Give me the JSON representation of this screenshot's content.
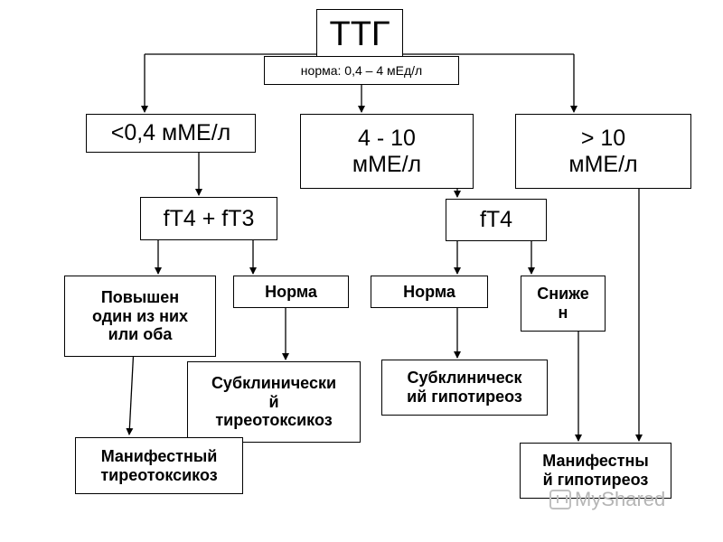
{
  "diagram": {
    "root": {
      "title": "ТТГ",
      "norm": "норма: 0,4 – 4 мЕд/л"
    },
    "ranges": {
      "low": "<0,4 мМЕ/л",
      "mid": "4 - 10\nмМЕ/л",
      "high": "> 10\nмМЕ/л"
    },
    "tests": {
      "left": "fT4 + fT3",
      "right": "fT4"
    },
    "results": {
      "raised": "Повышен\nодин из них\nили оба",
      "norm_left": "Норма",
      "norm_right": "Норма",
      "lowered": "Сниже\nн"
    },
    "outcomes": {
      "subclinical_thyrotoxicosis": "Субклинически\nй\nтиреотоксикоз",
      "subclinical_hypothyroidism": "Субклиническ\nий гипотиреоз",
      "manifest_thyrotoxicosis": "Манифестный\nтиреотоксикоз",
      "manifest_hypothyroidism": "Манифестны\nй гипотиреоз"
    }
  },
  "watermark": {
    "text": "MyShared"
  }
}
